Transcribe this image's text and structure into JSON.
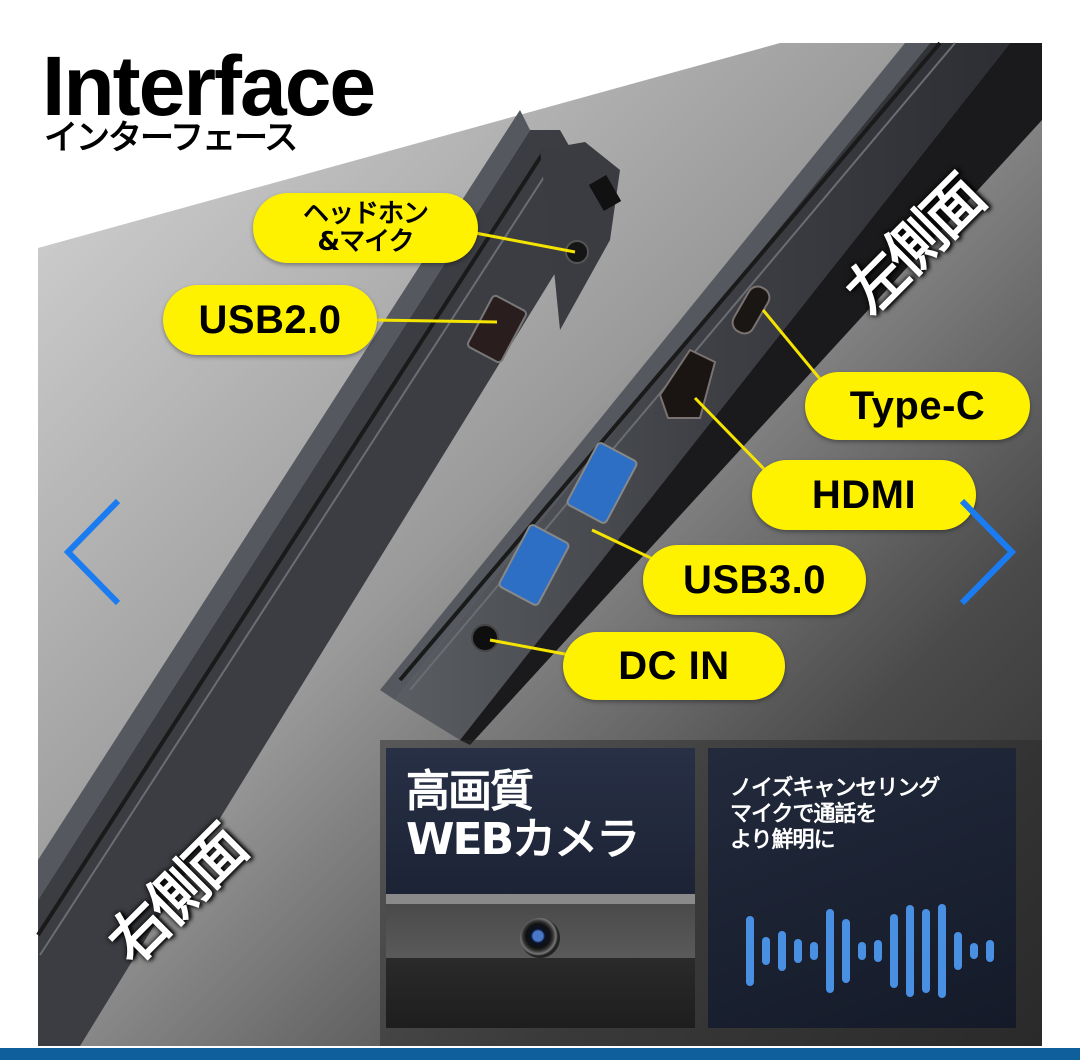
{
  "header": {
    "title": "Interface",
    "subtitle": "インターフェース"
  },
  "side_labels": {
    "left_side": "左側面",
    "right_side": "右側面"
  },
  "ports": [
    {
      "id": "headphone",
      "label_line1": "ヘッドホン",
      "label_line2": "&マイク"
    },
    {
      "id": "usb2",
      "label": "USB2.0"
    },
    {
      "id": "typec",
      "label": "Type-C"
    },
    {
      "id": "hdmi",
      "label": "HDMI"
    },
    {
      "id": "usb3",
      "label": "USB3.0"
    },
    {
      "id": "dcin",
      "label": "DC IN"
    }
  ],
  "panels": {
    "camera": {
      "line1": "高画質",
      "line2": "WEBカメラ"
    },
    "noise": {
      "line1": "ノイズキャンセリング",
      "line2": "マイクで通話を",
      "line3": "より鮮明に"
    }
  },
  "wave_bars": [
    70,
    28,
    40,
    24,
    18,
    84,
    64,
    18,
    22,
    74,
    92,
    84,
    94,
    38,
    16,
    22
  ],
  "navigation": {
    "prev_icon": "chevron-left-icon",
    "next_icon": "chevron-right-icon"
  },
  "colors": {
    "label_yellow": "#fff200",
    "arrow_blue": "#1a7cf0",
    "wave_blue": "#4a90e2",
    "footer_blue": "#0f5f9c"
  }
}
